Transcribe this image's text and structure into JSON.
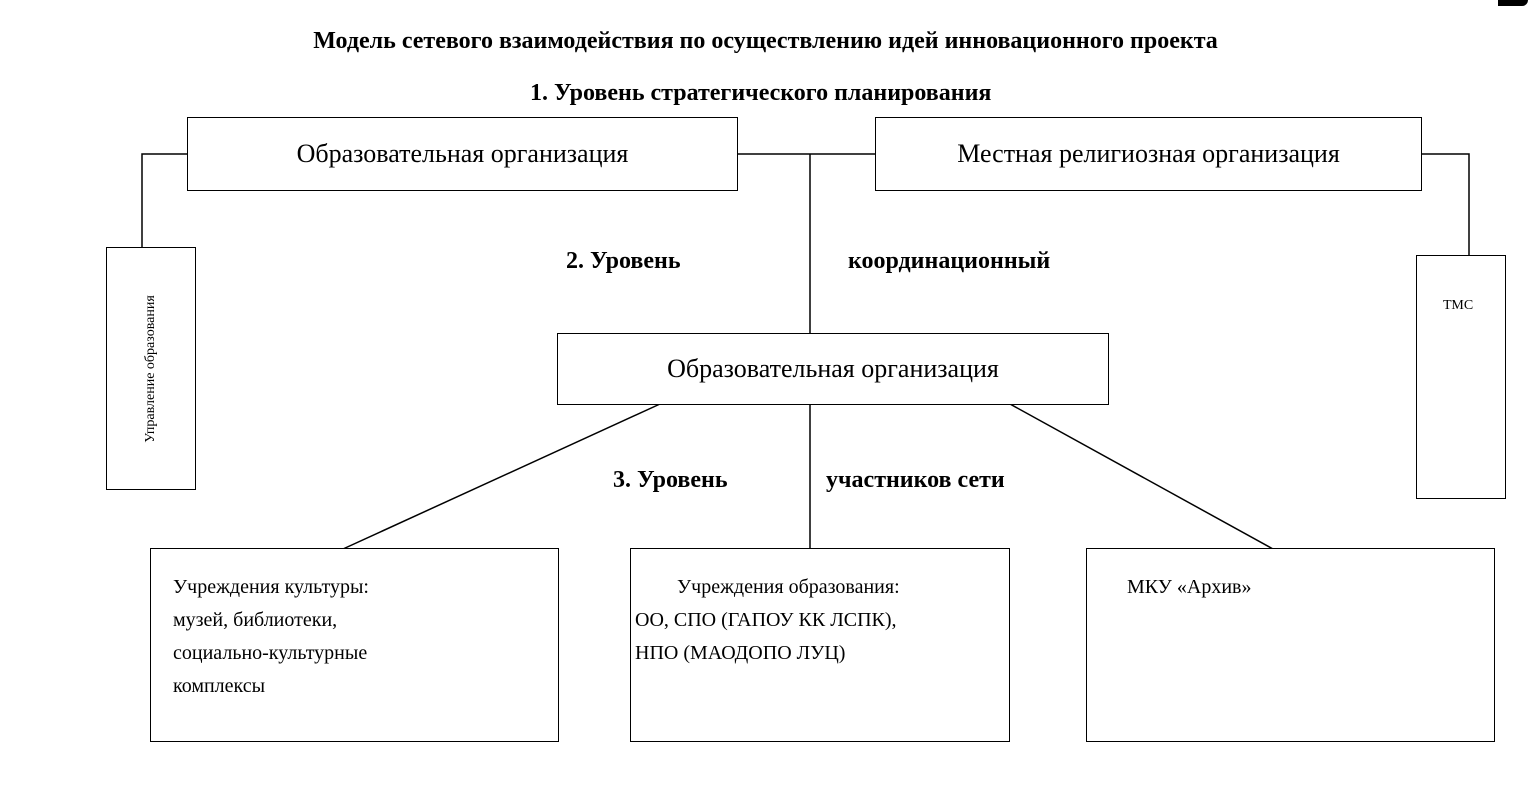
{
  "title": "Модель сетевого взаимодействия по осуществлению идей инновационного проекта",
  "level1": {
    "label": "1. Уровень стратегического планирования",
    "left_box": "Образовательная организация",
    "right_box": "Местная религиозная организация",
    "side_left": "Управление образования",
    "side_right": "ТМС"
  },
  "level2": {
    "label_part1": "2. Уровень",
    "label_part2": "координационный",
    "center_box": "Образовательная организация"
  },
  "level3": {
    "label_part1": "3. Уровень",
    "label_part2": "участников сети",
    "boxes": [
      {
        "lines": [
          "Учреждения культуры:",
          "музей, библиотеки,",
          "социально-культурные",
          "комплексы"
        ]
      },
      {
        "lines": [
          "Учреждения образования:",
          "ОО, СПО (ГАПОУ КК ЛСПК),",
          "НПО (МАОДОПО ЛУЦ)"
        ]
      },
      {
        "lines": [
          "МКУ «Архив»"
        ]
      }
    ]
  }
}
